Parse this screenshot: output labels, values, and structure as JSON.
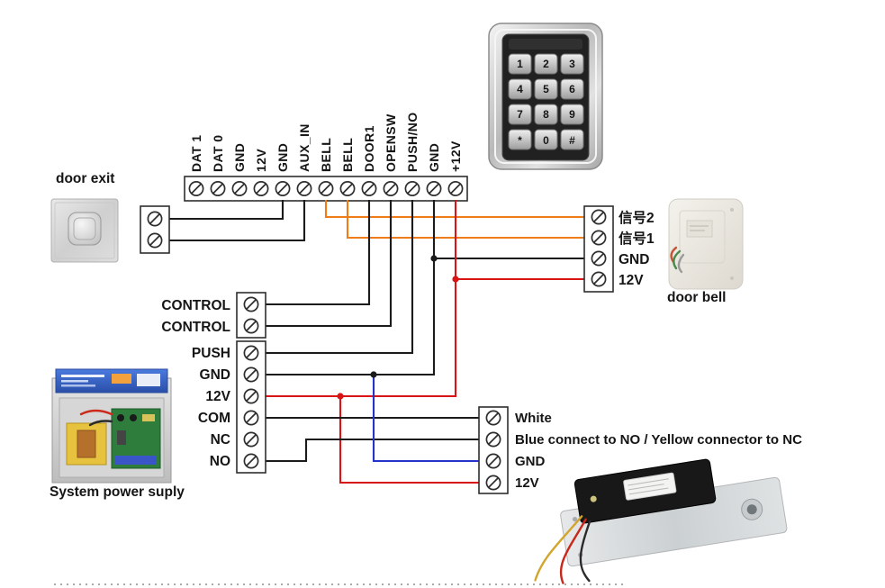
{
  "colors": {
    "wire_black": "#1b1b1b",
    "wire_orange": "#f07c18",
    "wire_red": "#d91414",
    "wire_blue": "#2433cc"
  },
  "terminal_strip": {
    "labels": [
      "DAT 1",
      "DAT 0",
      "GND",
      "12V",
      "GND",
      "AUX_IN",
      "BELL",
      "BELL",
      "DOOR1",
      "OPENSW",
      "PUSH/NO",
      "GND",
      "+12V"
    ]
  },
  "door_exit": {
    "label": "door exit"
  },
  "door_bell": {
    "label": "door bell",
    "terminals": [
      "信号2",
      "信号1",
      "GND",
      "12V"
    ]
  },
  "control_block": {
    "terminals": [
      "CONTROL",
      "CONTROL"
    ]
  },
  "power_supply": {
    "label": "System power suply",
    "terminals": [
      "PUSH",
      "GND",
      "12V",
      "COM",
      "NC",
      "NO"
    ]
  },
  "lock": {
    "terminals": [
      "White",
      "Blue connect to NO / Yellow connector to NC",
      "GND",
      "12V"
    ]
  },
  "keypad": {
    "keys": [
      "1",
      "2",
      "3",
      "4",
      "5",
      "6",
      "7",
      "8",
      "9",
      "*",
      "0",
      "#"
    ]
  }
}
